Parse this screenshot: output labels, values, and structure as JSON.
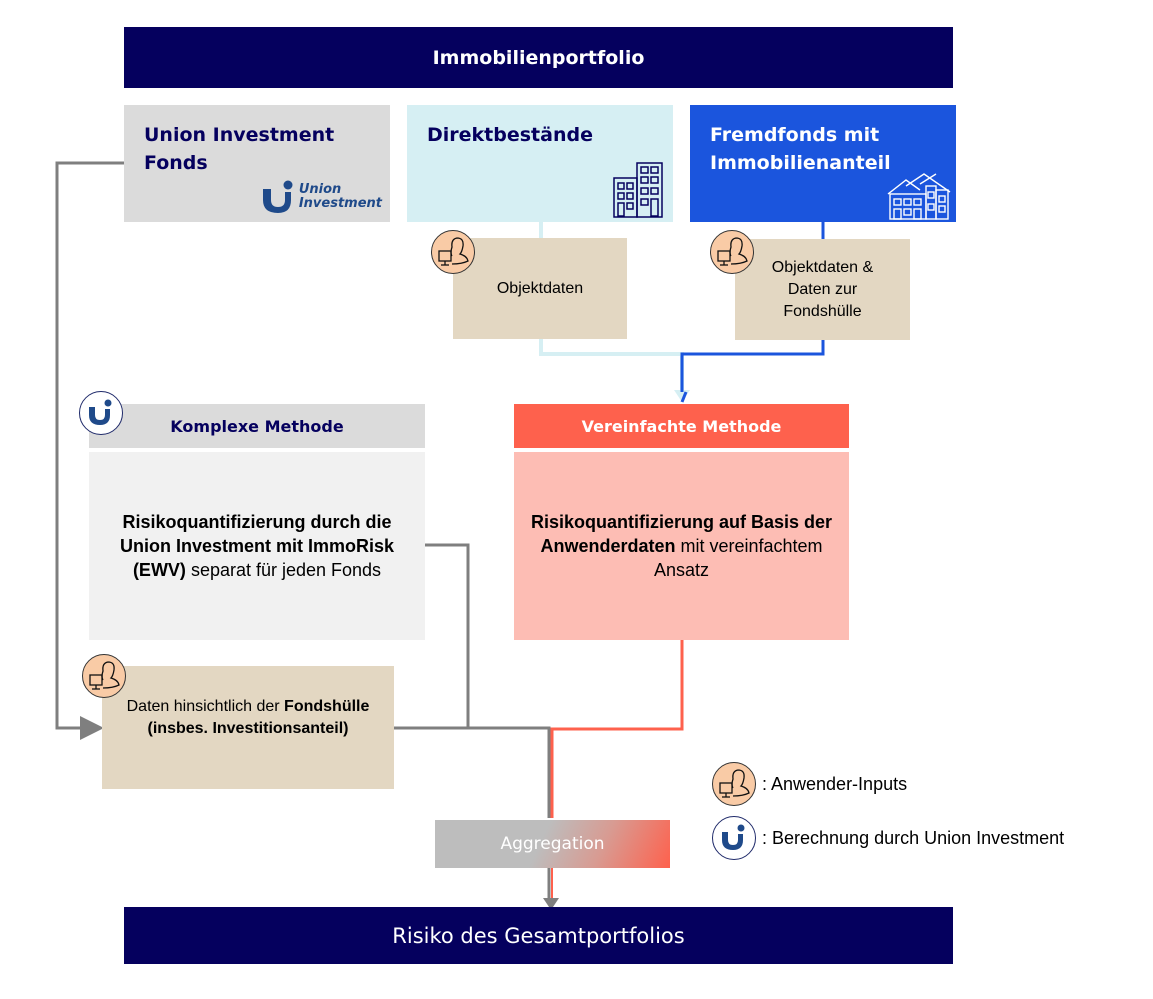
{
  "header": {
    "title": "Immobilienportfolio"
  },
  "sources": [
    {
      "label": "Union Investment Fonds",
      "logo_line1": "Union",
      "logo_line2": "Investment",
      "icon": "union-investment-logo"
    },
    {
      "label": "Direktbestände",
      "icon": "office-building-icon"
    },
    {
      "label": "Fremdfonds mit Immobilienanteil",
      "icon": "houses-icon"
    }
  ],
  "inputs": {
    "direkt": "Objektdaten",
    "fremd": "Objektdaten & Daten zur Fondshülle",
    "fondshuelle_prefix": "Daten hinsichtlich der ",
    "fondshuelle_bold1": "Fondshülle",
    "fondshuelle_bold2": "(insbes. Investitionsanteil)"
  },
  "methods": {
    "complex": {
      "title": "Komplexe Methode",
      "body_bold": "Risikoquantifizierung durch die Union Investment mit ImmoRisk (EWV)",
      "body_rest": " separat für jeden Fonds"
    },
    "simple": {
      "title": "Vereinfachte Methode",
      "body_bold": "Risikoquantifizierung auf Basis der Anwenderdaten",
      "body_rest": " mit vereinfachtem Ansatz"
    }
  },
  "aggregation": {
    "label": "Aggregation"
  },
  "footer": {
    "title": "Risiko des Gesamtportfolios"
  },
  "legend": [
    {
      "icon": "user-input-icon",
      "label": ": Anwender-Inputs"
    },
    {
      "icon": "union-investment-icon",
      "label": ": Berechnung durch Union Investment"
    }
  ],
  "colors": {
    "navy": "#05005e",
    "grey_line": "#7f7f7f",
    "light_blue": "#d6eff3",
    "blue": "#1b55dd",
    "coral": "#fe614d",
    "light_coral": "#fdbdb4",
    "beige": "#e3d7c2"
  }
}
